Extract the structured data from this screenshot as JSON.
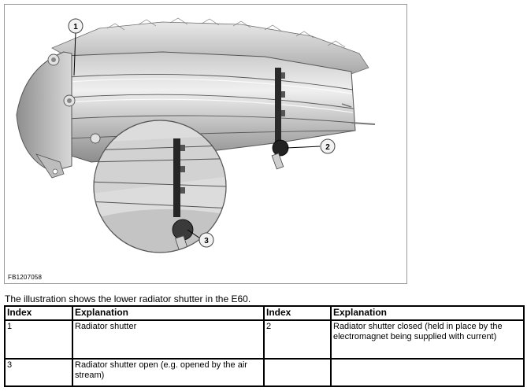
{
  "figure": {
    "code": "FB1207058",
    "callouts": [
      "1",
      "2",
      "3"
    ]
  },
  "caption": "The illustration shows the lower radiator shutter in the E60.",
  "table": {
    "headers": [
      "Index",
      "Explanation",
      "Index",
      "Explanation"
    ],
    "rows": [
      [
        "1",
        "Radiator shutter",
        "2",
        "Radiator shutter closed (held in place by the electromagnet being supplied with current)"
      ],
      [
        "3",
        "Radiator shutter open (e.g. opened by the air stream)",
        "",
        ""
      ]
    ]
  }
}
